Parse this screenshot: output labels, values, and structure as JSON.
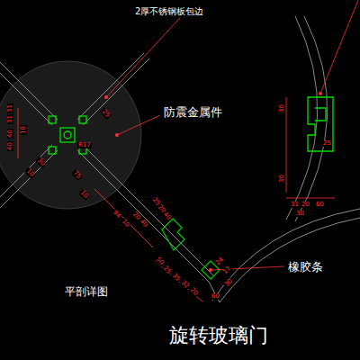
{
  "diagram": {
    "title": "旋转玻璃门",
    "labels": [
      "2厚不锈钢板包边",
      "防震金属件",
      "橡胶条",
      "平剖详图",
      "31",
      "31",
      "40",
      "18",
      "40",
      "R17",
      "25",
      "30",
      "10",
      "75",
      "10",
      "25",
      "20",
      "40",
      "94",
      "10",
      "20",
      "40",
      "30",
      "30",
      "25",
      "31",
      "20",
      "60",
      "30",
      "50",
      "25",
      "35",
      "32",
      "20",
      "60",
      "30",
      "17",
      "24"
    ]
  }
}
